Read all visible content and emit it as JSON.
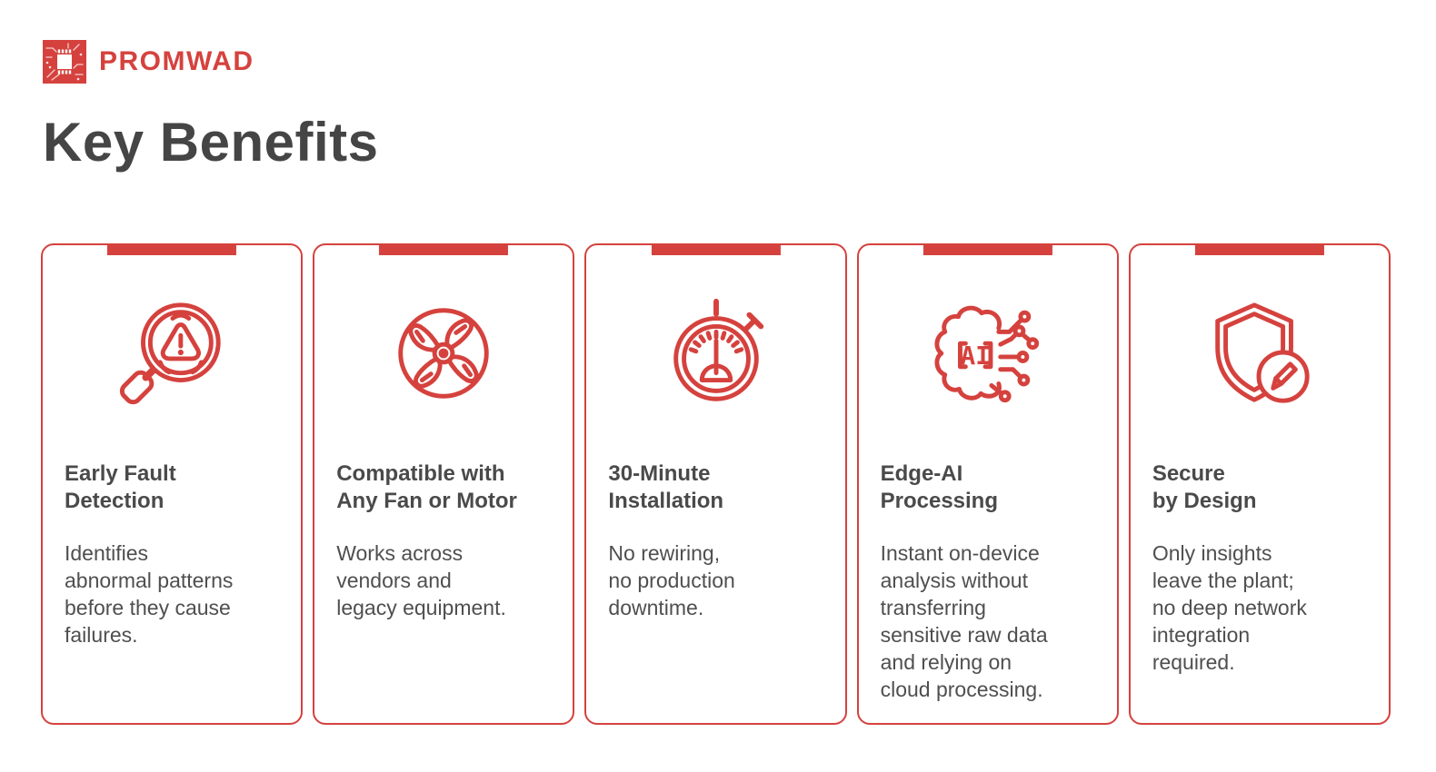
{
  "colors": {
    "accent": "#D5423E",
    "heading_text": "#454545",
    "card_title_text": "#4A4A4A",
    "card_body_text": "#4F4F4F"
  },
  "brand": {
    "name": "PROMWAD",
    "logo_icon": "chip-pcb-icon"
  },
  "heading": "Key Benefits",
  "cards": [
    {
      "icon": "magnifier-alert-icon",
      "title_lines": [
        "Early Fault",
        "Detection"
      ],
      "description_lines": [
        "Identifies",
        "abnormal patterns",
        "before they cause",
        "failures."
      ]
    },
    {
      "icon": "fan-icon",
      "title_lines": [
        "Compatible with",
        "Any Fan or Motor"
      ],
      "description_lines": [
        "Works across",
        "vendors and",
        "legacy equipment."
      ]
    },
    {
      "icon": "stopwatch-icon",
      "title_lines": [
        "30-Minute",
        "Installation"
      ],
      "description_lines": [
        "No rewiring,",
        "no production",
        "downtime."
      ]
    },
    {
      "icon": "ai-brain-icon",
      "title_lines": [
        "Edge-AI",
        "Processing"
      ],
      "description_lines": [
        "Instant on-device",
        "analysis without",
        "transferring",
        "sensitive raw data",
        "and relying on",
        "cloud processing."
      ]
    },
    {
      "icon": "shield-edit-icon",
      "title_lines": [
        "Secure",
        "by Design"
      ],
      "description_lines": [
        "Only insights",
        "leave the plant;",
        "no deep network",
        "integration",
        "required."
      ]
    }
  ]
}
